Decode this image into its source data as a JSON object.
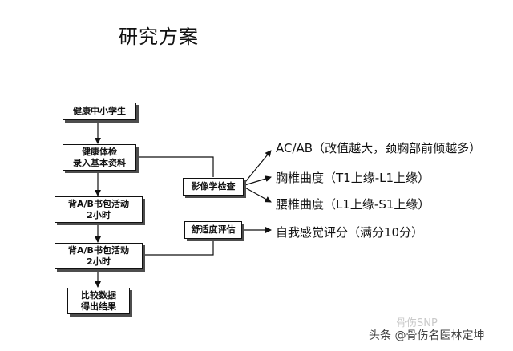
{
  "title": "研究方案",
  "flow": {
    "start": "健康中小学生",
    "step1": [
      "健康体检",
      "录入基本资料"
    ],
    "step2": [
      "背A/B书包活动",
      "2小时"
    ],
    "step3": [
      "背A/B书包活动",
      "2小时"
    ],
    "end": [
      "比较数据",
      "得出结果"
    ]
  },
  "checks": {
    "imaging": "影像学检查",
    "comfort": "舒适度评估"
  },
  "outcomes": [
    "AC/AB（改值越大，颈胸部前倾越多）",
    "胸椎曲度（T1上缘-L1上缘）",
    "腰椎曲度（L1上缘-S1上缘）",
    "自我感觉评分（满分10分）"
  ],
  "watermark": {
    "faint": "骨伤SNP",
    "main": "头条 @骨伤名医林定坤"
  },
  "colors": {
    "line": "#111111",
    "shadow": "#4d4d4d"
  }
}
